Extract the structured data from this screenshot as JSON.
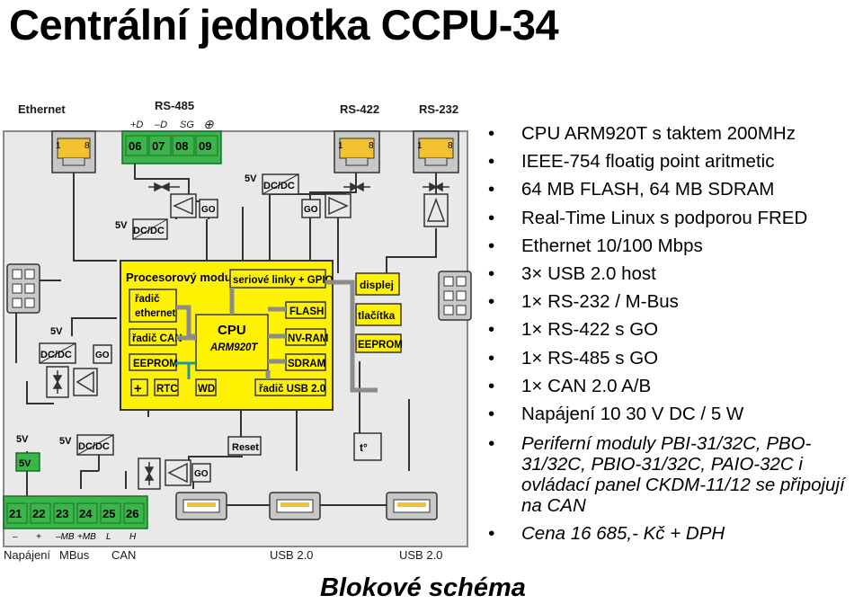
{
  "title": "Centrální jednotka CCPU-34",
  "caption": "Blokové schéma",
  "features": [
    "CPU ARM920T s taktem 200MHz",
    "IEEE-754 floatig point aritmetic",
    "64 MB FLASH, 64 MB SDRAM",
    "Real-Time Linux s podporou FRED",
    "Ethernet 10/100 Mbps",
    "3× USB 2.0 host",
    "1× RS-232 / M-Bus",
    "1× RS-422 s GO",
    "1× RS-485 s GO",
    "1× CAN 2.0 A/B",
    "Napájení 10 30 V DC / 5 W",
    "Periferní moduly PBI-31/32C, PBO-31/32C, PBIO-31/32C, PAIO-32C i ovládací panel CKDM-11/12 se připojují na CAN",
    "Cena 16 685,- Kč + DPH"
  ],
  "diagram": {
    "top_labels": {
      "ethernet": "Ethernet",
      "rs485": "RS-485",
      "rs422": "RS-422",
      "rs232": "RS-232"
    },
    "rs485_signals": {
      "d_plus": "+D",
      "d_minus": "–D",
      "sg": "SG",
      "ground": "⊕"
    },
    "rs485_terminals": [
      "06",
      "07",
      "08",
      "09"
    ],
    "power_terminals": [
      "21",
      "22",
      "23",
      "24",
      "25",
      "26"
    ],
    "power_signals": [
      "–",
      "+",
      "–MB",
      "+MB",
      "L",
      "H"
    ],
    "bottom_labels": {
      "napajeni": "Napájení",
      "mbus": "MBus",
      "can": "CAN",
      "usb1": "USB 2.0",
      "usb2": "USB 2.0"
    },
    "jack_pins": {
      "first": "1",
      "last": "8"
    },
    "dcdc": "DC/DC",
    "go": "GO",
    "v5": "5V",
    "processor_module": {
      "title": "Procesorový modul",
      "eth_ctrl": "řadič ethernet",
      "can_ctrl": "řadič CAN",
      "eeprom": "EEPROM",
      "rtc": "RTC",
      "wd": "WD",
      "cpu": "CPU",
      "cpu_model": "ARM920T",
      "serial": "seriové linky + GPIO",
      "flash": "FLASH",
      "nvram": "NV-RAM",
      "sdram": "SDRAM",
      "usb_ctrl": "řadič USB 2.0"
    },
    "periph": {
      "displej": "displej",
      "tlacitka": "tlačítka",
      "eeprom": "EEPROM"
    },
    "reset": "Reset",
    "temp": "t°"
  }
}
